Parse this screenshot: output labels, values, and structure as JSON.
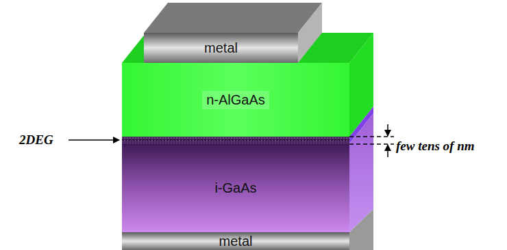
{
  "diagram": {
    "nodes": [
      {
        "text": [
          "metal"
        ]
      },
      {
        "text": [
          "n-AlGaAs"
        ]
      },
      {
        "text": [
          "i-GaAs"
        ]
      },
      {
        "text": [
          "metal"
        ]
      }
    ],
    "labels": [
      "2DEG",
      "few tens of nm"
    ]
  }
}
